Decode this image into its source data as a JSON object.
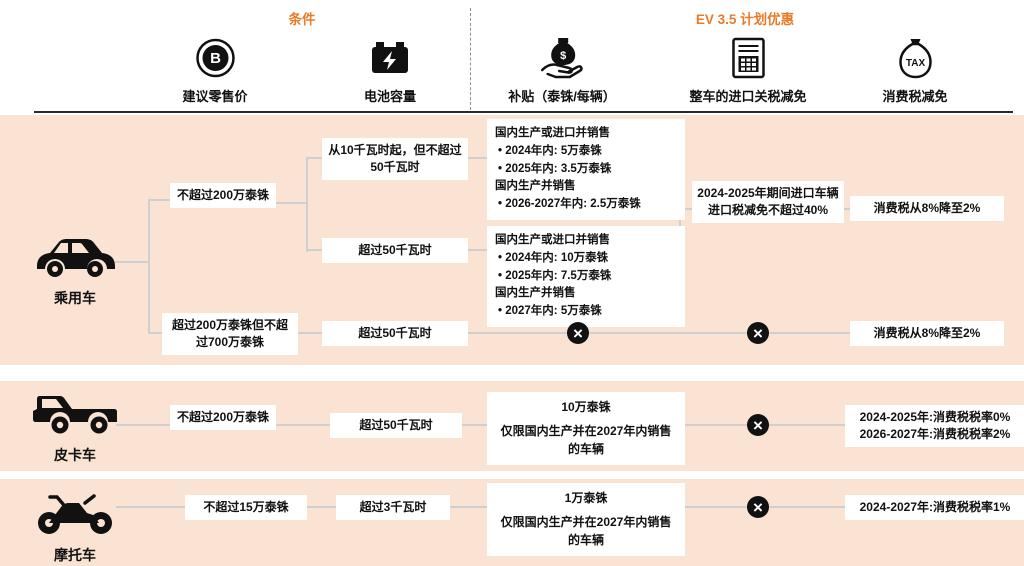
{
  "titles": {
    "conditions": "条件",
    "benefits": "EV 3.5 计划优惠"
  },
  "columns": [
    {
      "label": "建议零售价",
      "icon": "baht-coin-icon"
    },
    {
      "label": "电池容量",
      "icon": "battery-icon"
    },
    {
      "label": "补贴（泰铢/每辆）",
      "icon": "subsidy-hand-icon"
    },
    {
      "label": "整车的进口关税减免",
      "icon": "import-duty-icon"
    },
    {
      "label": "消费税减免",
      "icon": "tax-bag-icon"
    }
  ],
  "symbols": {
    "not_applicable": "×"
  },
  "icons": {
    "coin_letter": "B",
    "dollar_sign": "$",
    "tax_label": "TAX"
  },
  "colors": {
    "accent_orange": "#E97B28",
    "band_pink": "#FAE3D2",
    "connector_gray": "#CFCFCF",
    "icon_black": "#111111"
  },
  "passenger": {
    "label": "乘用车",
    "tier1": {
      "price": "不超过200万泰铢",
      "battery_low": "从10千瓦时起，但不超过50千瓦时",
      "battery_high": "超过50千瓦时",
      "subsidy_low": [
        "国内生产或进口并销售",
        "• 2024年内: 5万泰铢",
        "• 2025年内: 3.5万泰铢",
        "国内生产并销售",
        "• 2026-2027年内: 2.5万泰铢"
      ],
      "subsidy_high": [
        "国内生产或进口并销售",
        "• 2024年内: 10万泰铢",
        "• 2025年内: 7.5万泰铢",
        "国内生产并销售",
        "• 2027年内: 5万泰铢"
      ],
      "import_duty": "2024-2025年期间进口车辆进口税减免不超过40%",
      "excise": "消费税从8%降至2%"
    },
    "tier2": {
      "price": "超过200万泰铢但不超过700万泰铢",
      "battery": "超过50千瓦时",
      "excise": "消费税从8%降至2%"
    }
  },
  "pickup": {
    "label": "皮卡车",
    "price": "不超过200万泰铢",
    "battery": "超过50千瓦时",
    "subsidy_amount": "10万泰铢",
    "subsidy_note": "仅限国内生产并在2027年内销售的车辆",
    "excise_lines": [
      "2024-2025年:消费税税率0%",
      "2026-2027年:消费税税率2%"
    ]
  },
  "motorcycle": {
    "label": "摩托车",
    "price": "不超过15万泰铢",
    "battery": "超过3千瓦时",
    "subsidy_amount": "1万泰铢",
    "subsidy_note": "仅限国内生产并在2027年内销售的车辆",
    "excise": "2024-2027年:消费税税率1%"
  }
}
